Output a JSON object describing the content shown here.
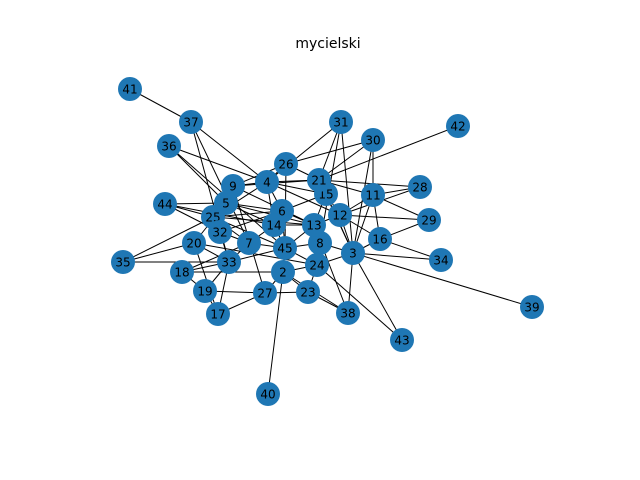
{
  "title": "mycielski",
  "colors": {
    "node": "#1f77b4",
    "edge": "#000000",
    "label": "#000000",
    "background": "#ffffff"
  },
  "nodes": [
    "2",
    "3",
    "4",
    "5",
    "6",
    "7",
    "8",
    "9",
    "11",
    "12",
    "13",
    "14",
    "15",
    "16",
    "17",
    "18",
    "19",
    "20",
    "21",
    "23",
    "24",
    "25",
    "26",
    "27",
    "28",
    "29",
    "30",
    "31",
    "32",
    "33",
    "34",
    "35",
    "36",
    "37",
    "38",
    "39",
    "40",
    "41",
    "42",
    "43",
    "44",
    "45"
  ],
  "edges": [
    [
      "41",
      "37"
    ],
    [
      "39",
      "3"
    ],
    [
      "40",
      "2"
    ],
    [
      "42",
      "21"
    ],
    [
      "43",
      "3"
    ],
    [
      "43",
      "24"
    ],
    [
      "35",
      "25"
    ],
    [
      "35",
      "33"
    ],
    [
      "35",
      "20"
    ],
    [
      "34",
      "3"
    ],
    [
      "34",
      "16"
    ],
    [
      "38",
      "3"
    ],
    [
      "38",
      "23"
    ],
    [
      "38",
      "2"
    ],
    [
      "38",
      "13"
    ],
    [
      "31",
      "21"
    ],
    [
      "31",
      "4"
    ],
    [
      "31",
      "8"
    ],
    [
      "31",
      "3"
    ],
    [
      "30",
      "21"
    ],
    [
      "30",
      "3"
    ],
    [
      "30",
      "11"
    ],
    [
      "30",
      "26"
    ],
    [
      "28",
      "11"
    ],
    [
      "28",
      "21"
    ],
    [
      "28",
      "12"
    ],
    [
      "29",
      "11"
    ],
    [
      "29",
      "12"
    ],
    [
      "29",
      "16"
    ],
    [
      "37",
      "4"
    ],
    [
      "37",
      "7"
    ],
    [
      "37",
      "33"
    ],
    [
      "36",
      "4"
    ],
    [
      "36",
      "45"
    ],
    [
      "36",
      "5"
    ],
    [
      "44",
      "25"
    ],
    [
      "44",
      "32"
    ],
    [
      "44",
      "14"
    ],
    [
      "44",
      "5"
    ],
    [
      "26",
      "4"
    ],
    [
      "26",
      "45"
    ],
    [
      "26",
      "9"
    ],
    [
      "9",
      "21"
    ],
    [
      "9",
      "4"
    ],
    [
      "9",
      "13"
    ],
    [
      "9",
      "27"
    ],
    [
      "4",
      "21"
    ],
    [
      "4",
      "15"
    ],
    [
      "4",
      "12"
    ],
    [
      "4",
      "14"
    ],
    [
      "4",
      "6"
    ],
    [
      "4",
      "25"
    ],
    [
      "5",
      "6"
    ],
    [
      "5",
      "14"
    ],
    [
      "5",
      "13"
    ],
    [
      "5",
      "20"
    ],
    [
      "5",
      "32"
    ],
    [
      "25",
      "6"
    ],
    [
      "25",
      "13"
    ],
    [
      "25",
      "7"
    ],
    [
      "25",
      "45"
    ],
    [
      "6",
      "15"
    ],
    [
      "6",
      "13"
    ],
    [
      "6",
      "14"
    ],
    [
      "6",
      "45"
    ],
    [
      "6",
      "32"
    ],
    [
      "14",
      "13"
    ],
    [
      "14",
      "45"
    ],
    [
      "14",
      "7"
    ],
    [
      "15",
      "12"
    ],
    [
      "15",
      "21"
    ],
    [
      "15",
      "13"
    ],
    [
      "13",
      "12"
    ],
    [
      "13",
      "8"
    ],
    [
      "13",
      "45"
    ],
    [
      "12",
      "11"
    ],
    [
      "12",
      "3"
    ],
    [
      "11",
      "3"
    ],
    [
      "11",
      "16"
    ],
    [
      "16",
      "3"
    ],
    [
      "3",
      "8"
    ],
    [
      "3",
      "24"
    ],
    [
      "8",
      "45"
    ],
    [
      "8",
      "24"
    ],
    [
      "45",
      "2"
    ],
    [
      "45",
      "24"
    ],
    [
      "2",
      "24"
    ],
    [
      "2",
      "23"
    ],
    [
      "2",
      "27"
    ],
    [
      "2",
      "18"
    ],
    [
      "24",
      "23"
    ],
    [
      "23",
      "27"
    ],
    [
      "27",
      "17"
    ],
    [
      "27",
      "19"
    ],
    [
      "17",
      "19"
    ],
    [
      "17",
      "20"
    ],
    [
      "17",
      "33"
    ],
    [
      "19",
      "33"
    ],
    [
      "18",
      "33"
    ],
    [
      "18",
      "7"
    ],
    [
      "20",
      "33"
    ],
    [
      "32",
      "7"
    ],
    [
      "32",
      "33"
    ],
    [
      "33",
      "7"
    ],
    [
      "7",
      "45"
    ],
    [
      "19",
      "18"
    ],
    [
      "20",
      "24"
    ],
    [
      "33",
      "45"
    ],
    [
      "21",
      "3"
    ],
    [
      "26",
      "21"
    ],
    [
      "15",
      "3"
    ],
    [
      "12",
      "16"
    ],
    [
      "11",
      "21"
    ]
  ]
}
